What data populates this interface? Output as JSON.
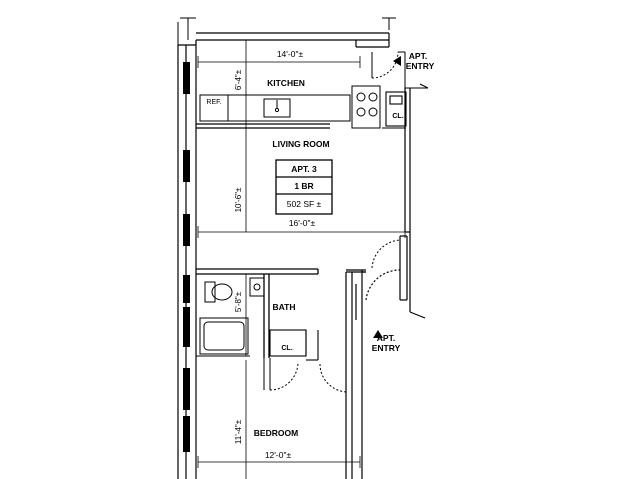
{
  "rooms": {
    "kitchen": "KITCHEN",
    "living_room": "LIVING ROOM",
    "bath": "BATH",
    "bedroom": "BEDROOM"
  },
  "fixtures": {
    "ref": "REF.",
    "closet_kitchen": "CL.",
    "closet_bath": "CL."
  },
  "apt_box": {
    "name": "APT. 3",
    "type": "1 BR",
    "area": "502 SF ±"
  },
  "dimensions": {
    "top_width": "14'-0\"±",
    "kitchen_depth": "6'-4\"±",
    "living_depth": "10'-6\"±",
    "mid_width": "16'-0\"±",
    "bath_depth": "5'-8\"±",
    "bedroom_depth": "11'-4\"±",
    "bottom_width": "12'-0\"±"
  },
  "entries": {
    "top_line1": "APT.",
    "top_line2": "ENTRY",
    "mid_line1": "APT.",
    "mid_line2": "ENTRY"
  }
}
